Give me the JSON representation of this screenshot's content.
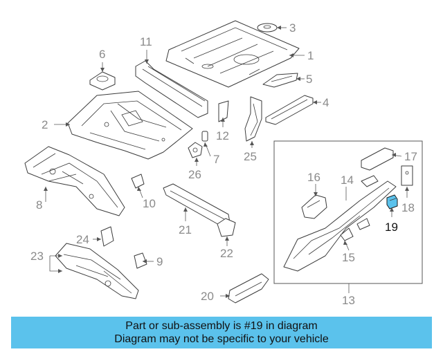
{
  "callouts": {
    "c1": "1",
    "c2": "2",
    "c3": "3",
    "c4": "4",
    "c5": "5",
    "c6": "6",
    "c7": "7",
    "c8": "8",
    "c9": "9",
    "c10": "10",
    "c11": "11",
    "c12": "12",
    "c13": "13",
    "c14": "14",
    "c15": "15",
    "c16": "16",
    "c17": "17",
    "c18": "18",
    "c19": "19",
    "c20": "20",
    "c21": "21",
    "c22": "22",
    "c23": "23",
    "c24": "24",
    "c25": "25",
    "c26": "26"
  },
  "highlighted_part": "19",
  "colors": {
    "highlight": "#5bc2ec",
    "banner": "#5bc2ec",
    "callout": "#8a8a8a",
    "callout_active": "#111111"
  },
  "banner": {
    "line1": "Part or sub-assembly is #19 in diagram",
    "line2": "Diagram may not be specific to your vehicle"
  }
}
